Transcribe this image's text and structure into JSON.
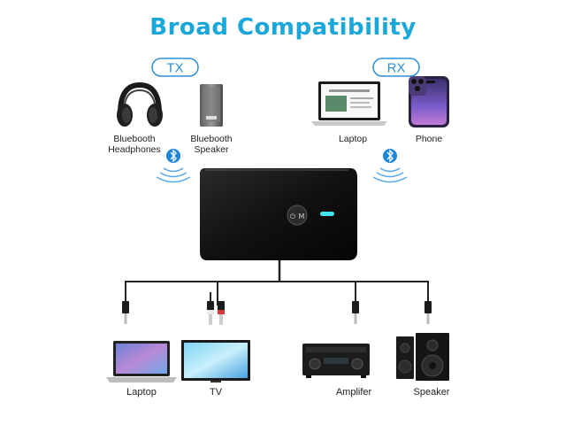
{
  "title": "Broad Compatibility",
  "tx": {
    "label": "TX",
    "devices": [
      {
        "name": "Bluebooth Headphones",
        "line1": "Bluebooth",
        "line2": "Headphones",
        "icon": "headphones-icon"
      },
      {
        "name": "Bluebooth Speaker",
        "line1": "Bluebooth",
        "line2": "Speaker",
        "icon": "speaker-icon"
      }
    ]
  },
  "rx": {
    "label": "RX",
    "devices": [
      {
        "name": "Laptop",
        "icon": "laptop-icon"
      },
      {
        "name": "Phone",
        "icon": "phone-icon"
      }
    ]
  },
  "device": {
    "button_label": "M",
    "button_symbol": "⏻"
  },
  "outputs": [
    {
      "name": "Laptop",
      "icon": "laptop-icon"
    },
    {
      "name": "TV",
      "icon": "tv-icon"
    },
    {
      "name": "Amplifer",
      "icon": "amplifier-icon"
    },
    {
      "name": "Speaker",
      "icon": "speaker-icon"
    }
  ],
  "colors": {
    "title": "#1aa7d9",
    "pill": "#2d8fd6",
    "bluetooth": "#1e86d8",
    "device_body": "#141414",
    "led": "#3fe3f0"
  }
}
